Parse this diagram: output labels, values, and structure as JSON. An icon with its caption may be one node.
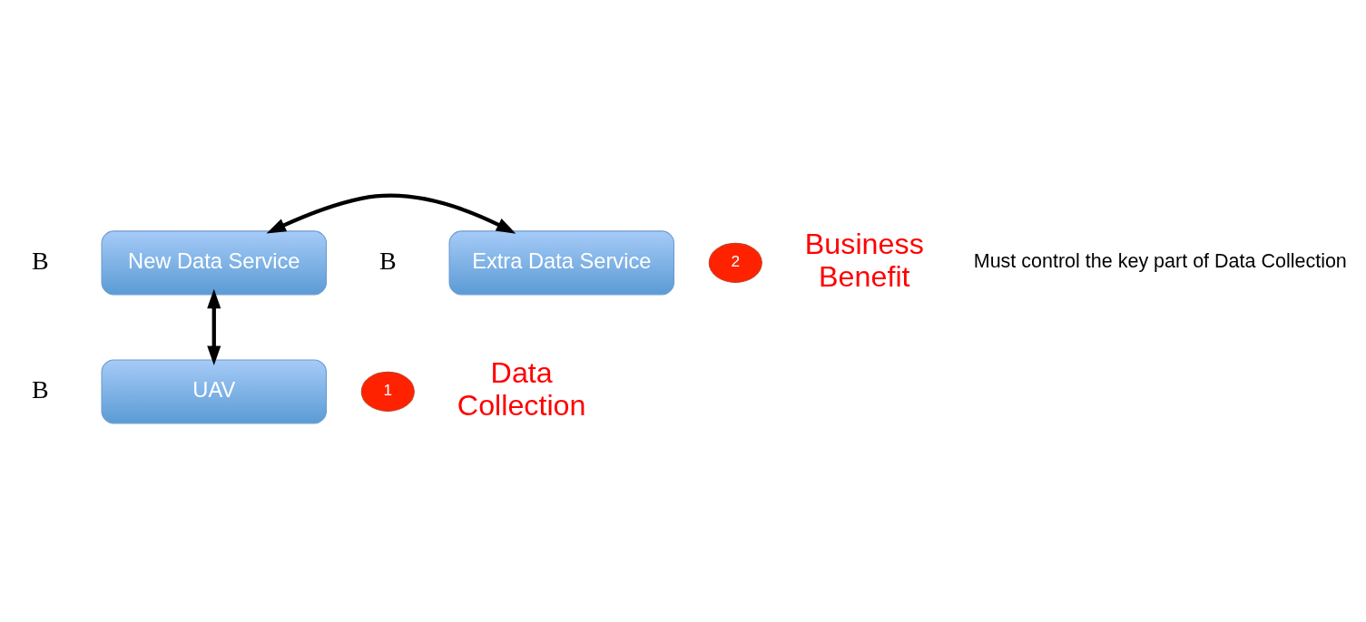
{
  "diagram": {
    "nodes": [
      {
        "text": [
          "New Data Service"
        ],
        "beside": [
          "B"
        ]
      },
      {
        "text": [
          "Extra Data Service"
        ],
        "beside": [
          "B"
        ]
      },
      {
        "text": [
          "UAV"
        ],
        "beside": [
          "B"
        ]
      },
      {
        "text": [
          "2"
        ],
        "beside": [
          "Business Benefit"
        ]
      },
      {
        "text": [
          "1"
        ],
        "beside": [
          "Data Collection"
        ]
      }
    ],
    "edges": [
      {
        "from": 0,
        "to": 1,
        "arrow": "both"
      },
      {
        "from": 0,
        "to": 2,
        "arrow": "both"
      }
    ],
    "labels": [
      "Must control the key part of Data Collection"
    ]
  }
}
